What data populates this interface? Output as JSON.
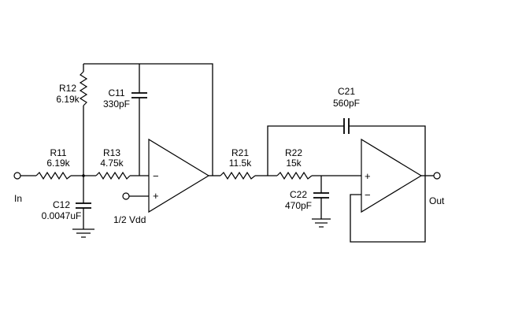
{
  "components": {
    "R11": {
      "name": "R11",
      "value": "6.19k"
    },
    "R12": {
      "name": "R12",
      "value": "6.19k"
    },
    "R13": {
      "name": "R13",
      "value": "4.75k"
    },
    "C11": {
      "name": "C11",
      "value": "330pF"
    },
    "C12": {
      "name": "C12",
      "value": "0.0047uF"
    },
    "R21": {
      "name": "R21",
      "value": "11.5k"
    },
    "R22": {
      "name": "R22",
      "value": "15k"
    },
    "C21": {
      "name": "C21",
      "value": "560pF"
    },
    "C22": {
      "name": "C22",
      "value": "470pF"
    }
  },
  "labels": {
    "input": "In",
    "output": "Out",
    "bias": "1/2 Vdd",
    "plus": "+",
    "minus": "−"
  }
}
